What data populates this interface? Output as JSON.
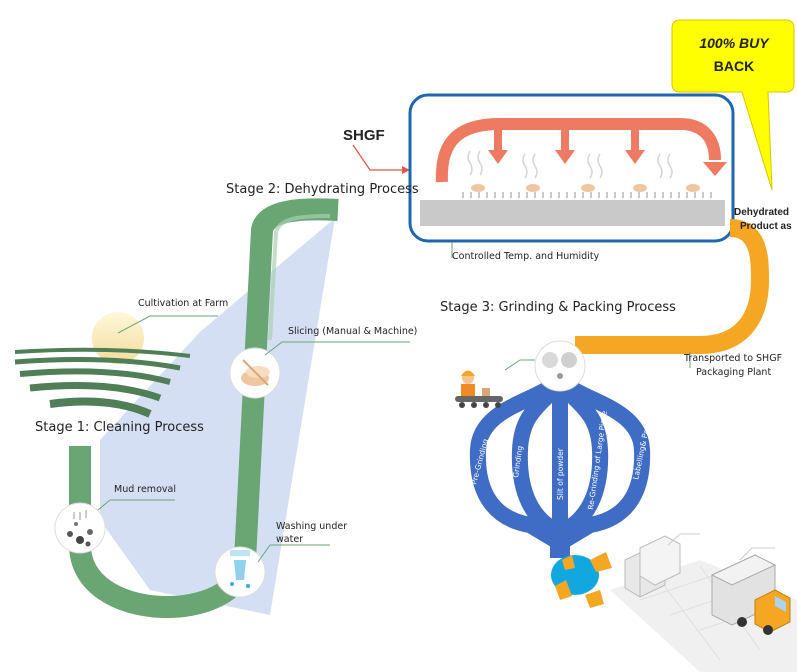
{
  "labels": {
    "cultivation": "Cultivation at Farm",
    "stage1": "Stage 1: Cleaning Process",
    "mud": "Mud removal",
    "washing_line1": "Washing under",
    "washing_line2": "water",
    "slicing": "Slicing (Manual & Machine)",
    "stage2": "Stage 2: Dehydrating Process",
    "shgf": "SHGF",
    "controlled": "Controlled Temp. and Humidity",
    "dehydrated_line1": "Dehydrated",
    "dehydrated_line2": "Product as",
    "stage3": "Stage 3: Grinding & Packing Process",
    "transported_line1": "Transported to SHGF",
    "transported_line2": "Packaging Plant"
  },
  "callout": {
    "line1": "100% BUY",
    "line2": "BACK"
  },
  "branches": [
    "Pre-Grinding",
    "Grinding",
    "Slit of powder",
    "Re-Grinding of Large Piece",
    "Labelling& Packing"
  ],
  "colors": {
    "green_pipe": "#6aa574",
    "blue_fill": "#cfdcf2",
    "blue_tree": "#3f6cc4",
    "orange_pipe": "#f5a623",
    "salmon_arrow": "#ee7a62",
    "dryer_border": "#1f67b1",
    "callout_yellow": "#ffff00",
    "truck_orange": "#f5a623"
  }
}
